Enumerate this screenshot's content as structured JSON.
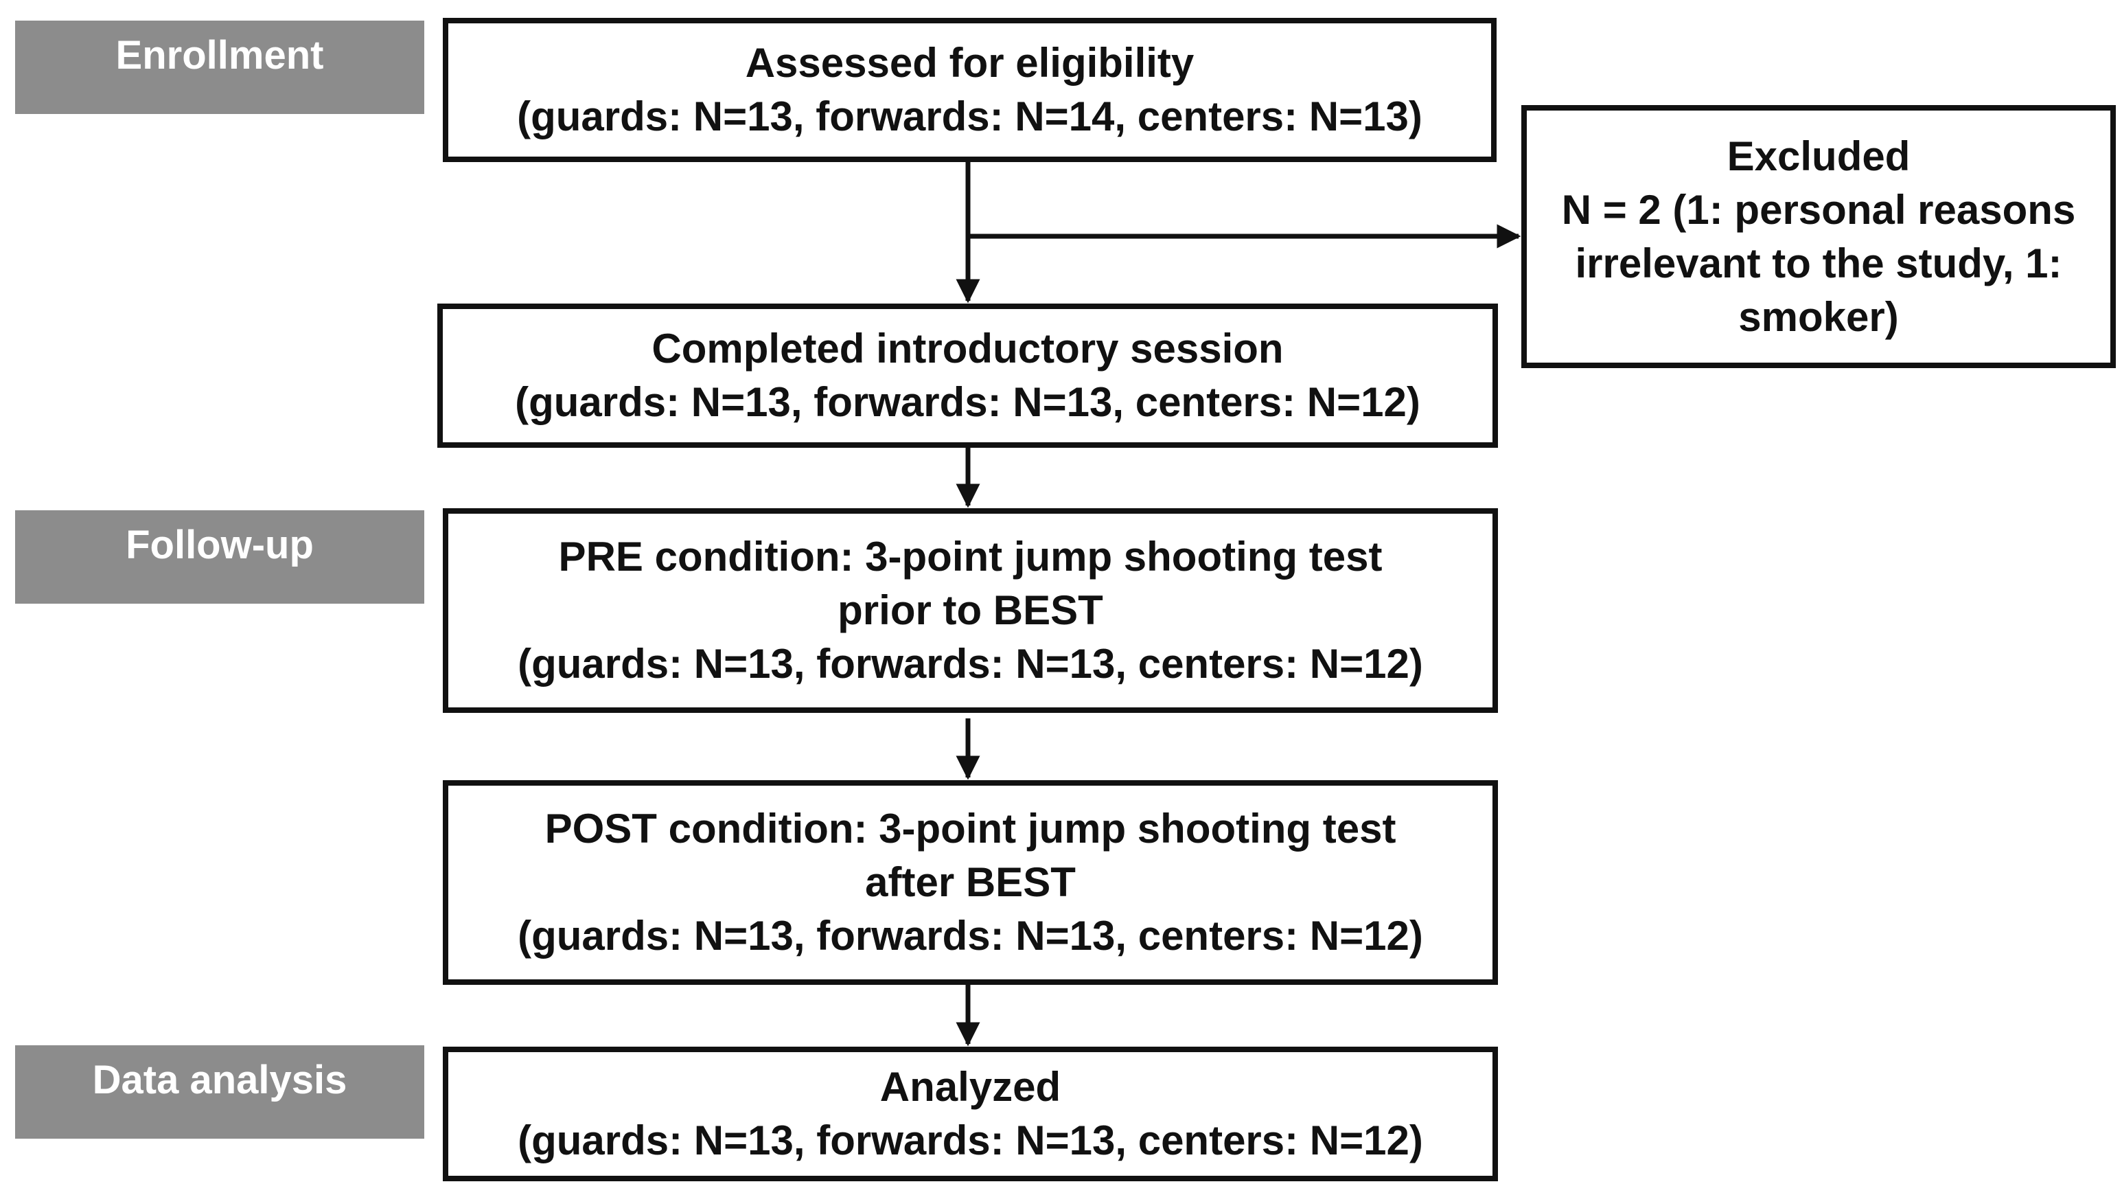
{
  "phases": {
    "enrollment": "Enrollment",
    "follow_up": "Follow-up",
    "data_analysis": "Data analysis"
  },
  "boxes": {
    "assessed": {
      "title": "Assessed for eligibility",
      "counts": "(guards: N=13, forwards: N=14, centers: N=13)"
    },
    "excluded": {
      "title": "Excluded",
      "line1": "N = 2 (1: personal reasons",
      "line2": "irrelevant to the study, 1:",
      "line3": "smoker)"
    },
    "introductory": {
      "title": "Completed introductory session",
      "counts": "(guards: N=13, forwards: N=13, centers: N=12)"
    },
    "pre": {
      "title": "PRE condition: 3-point jump shooting test",
      "subtitle": "prior to BEST",
      "counts": "(guards: N=13, forwards: N=13, centers: N=12)"
    },
    "post": {
      "title": "POST condition: 3-point jump shooting test",
      "subtitle": "after BEST",
      "counts": "(guards: N=13, forwards: N=13, centers: N=12)"
    },
    "analyzed": {
      "title": "Analyzed",
      "counts": "(guards: N=13, forwards: N=13, centers: N=12)"
    }
  },
  "colors": {
    "phase_fill": "#8c8c8c",
    "phase_text": "#ffffff",
    "box_border": "#111111",
    "arrow": "#111111"
  }
}
